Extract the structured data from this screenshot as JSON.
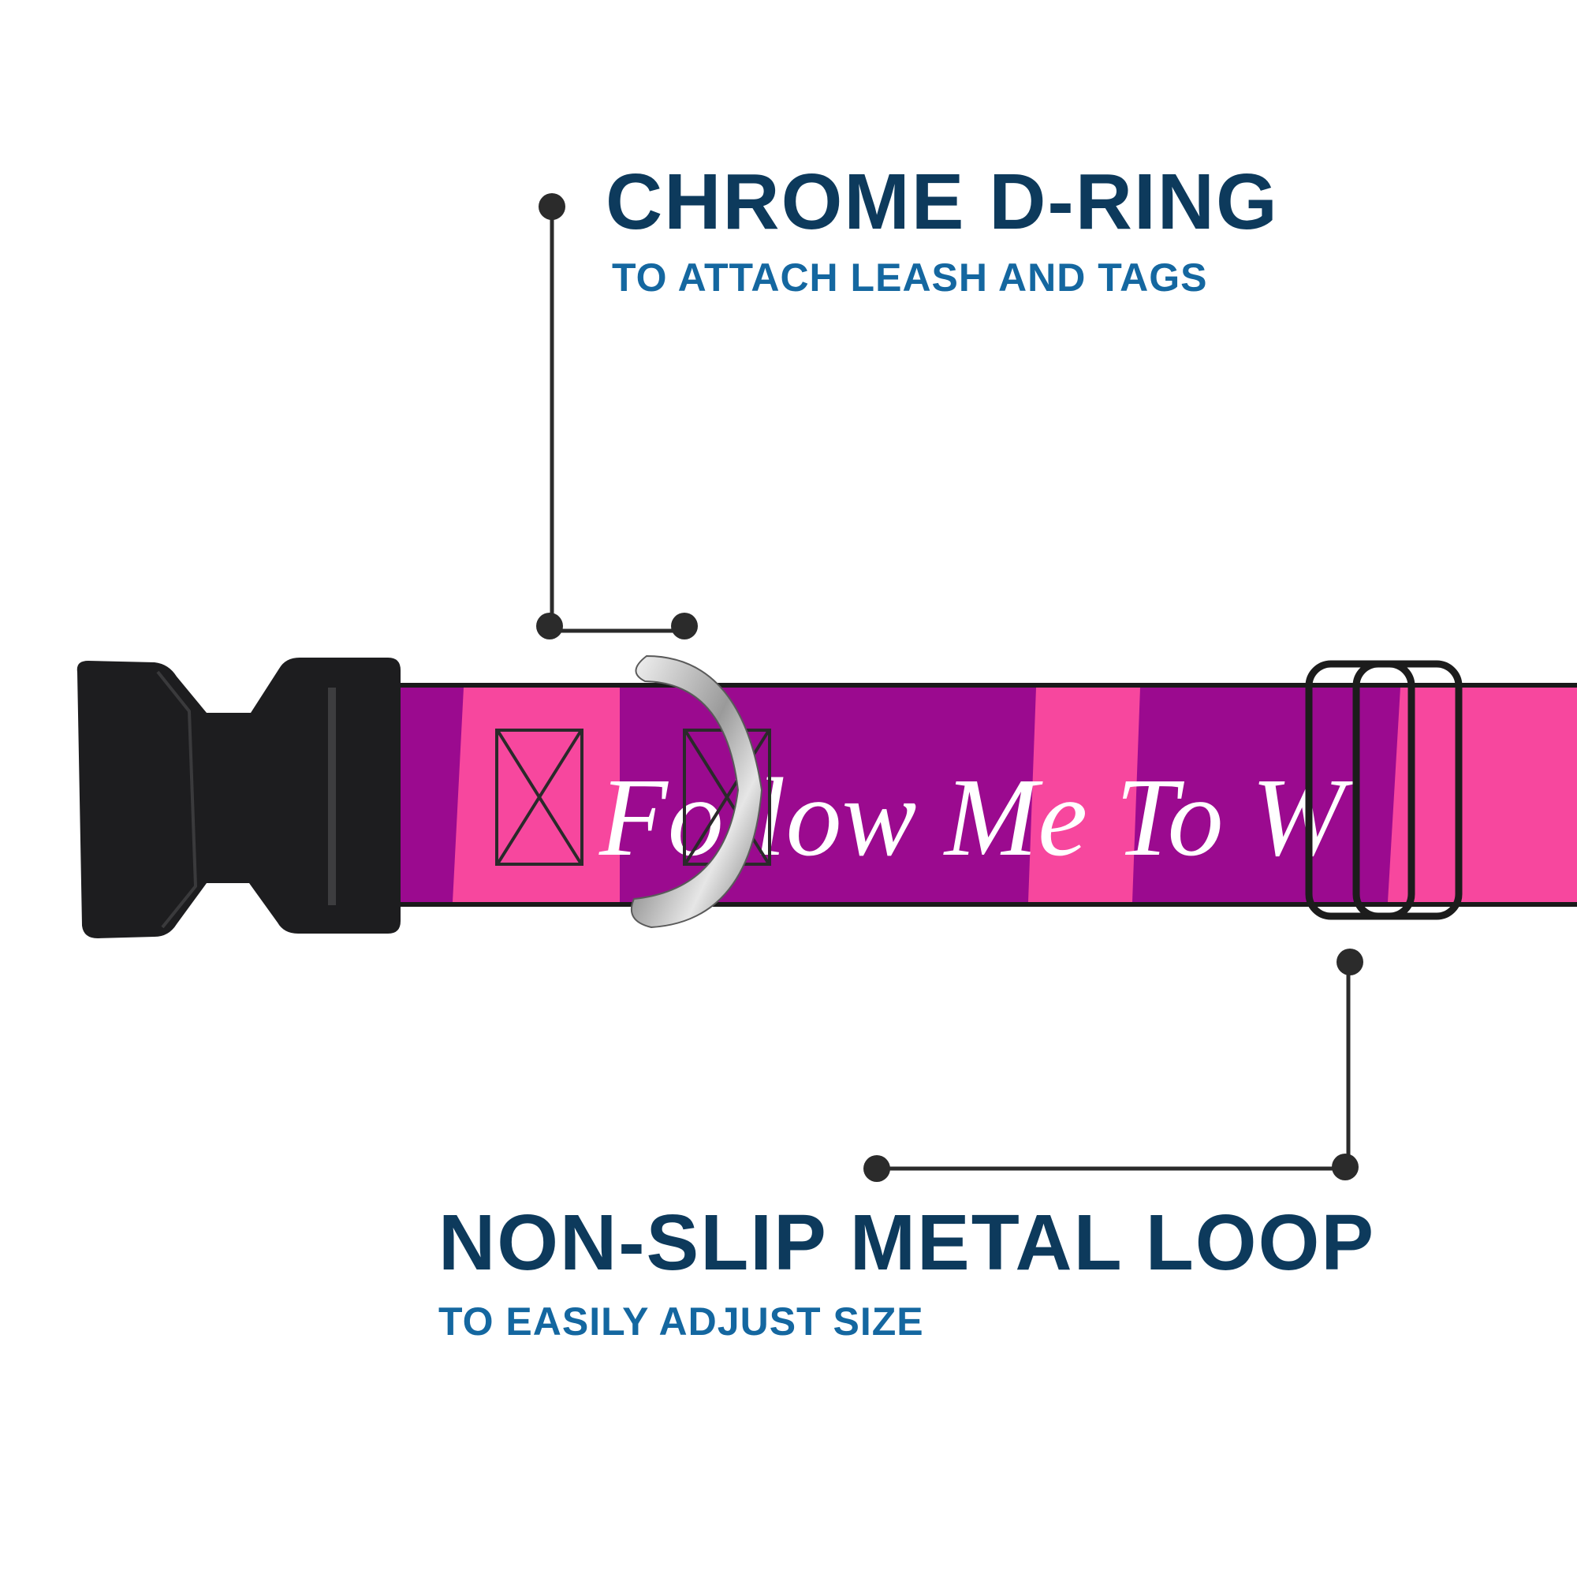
{
  "callouts": {
    "d_ring": {
      "title": "CHROME D-RING",
      "subtitle": "TO ATTACH LEASH AND TAGS"
    },
    "loop": {
      "title": "NON-SLIP METAL LOOP",
      "subtitle": "TO EASILY ADJUST SIZE"
    }
  },
  "collar": {
    "printed_text": "Follow Me To W"
  },
  "colors": {
    "title": "#0d3a5c",
    "subtitle": "#1467a0",
    "strap_magenta": "#9b0a8f",
    "strap_pink": "#f7479e",
    "buckle": "#1d1d1f",
    "leader_line": "#2b2b2b"
  }
}
